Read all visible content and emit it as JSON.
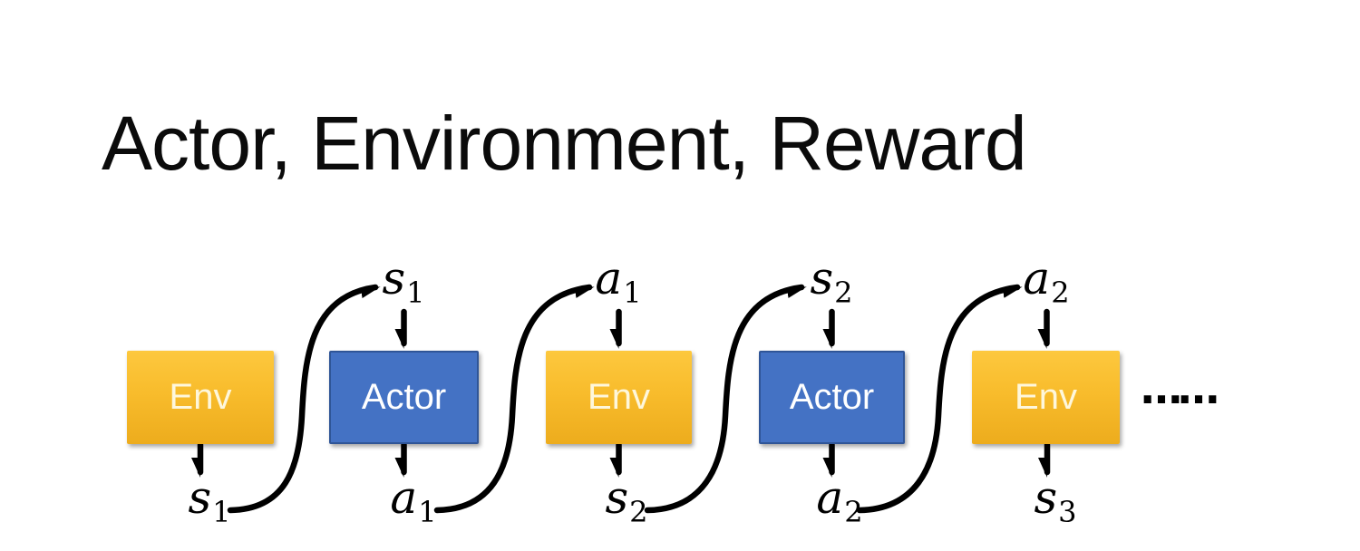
{
  "slide": {
    "title": "Actor, Environment, Reward"
  },
  "diagram": {
    "boxes": [
      {
        "id": "env-1",
        "kind": "env",
        "label": "Env"
      },
      {
        "id": "actor-1",
        "kind": "actor",
        "label": "Actor"
      },
      {
        "id": "env-2",
        "kind": "env",
        "label": "Env"
      },
      {
        "id": "actor-2",
        "kind": "actor",
        "label": "Actor"
      },
      {
        "id": "env-3",
        "kind": "env",
        "label": "Env"
      }
    ],
    "top_labels": [
      {
        "base": "s",
        "sub": "1"
      },
      {
        "base": "a",
        "sub": "1"
      },
      {
        "base": "s",
        "sub": "2"
      },
      {
        "base": "a",
        "sub": "2"
      }
    ],
    "bottom_labels": [
      {
        "base": "s",
        "sub": "1"
      },
      {
        "base": "a",
        "sub": "1"
      },
      {
        "base": "s",
        "sub": "2"
      },
      {
        "base": "a",
        "sub": "2"
      },
      {
        "base": "s",
        "sub": "3"
      }
    ],
    "ellipsis": "……",
    "colors": {
      "env_gradient_top": "#FDC83E",
      "env_gradient_bottom": "#EDAC1D",
      "env_text": "#FEF7DC",
      "actor_fill": "#4472C4",
      "actor_border": "#2F5597",
      "actor_text": "#FFFFFF",
      "arrow": "#000000",
      "title_text": "#0B0B0B"
    }
  }
}
